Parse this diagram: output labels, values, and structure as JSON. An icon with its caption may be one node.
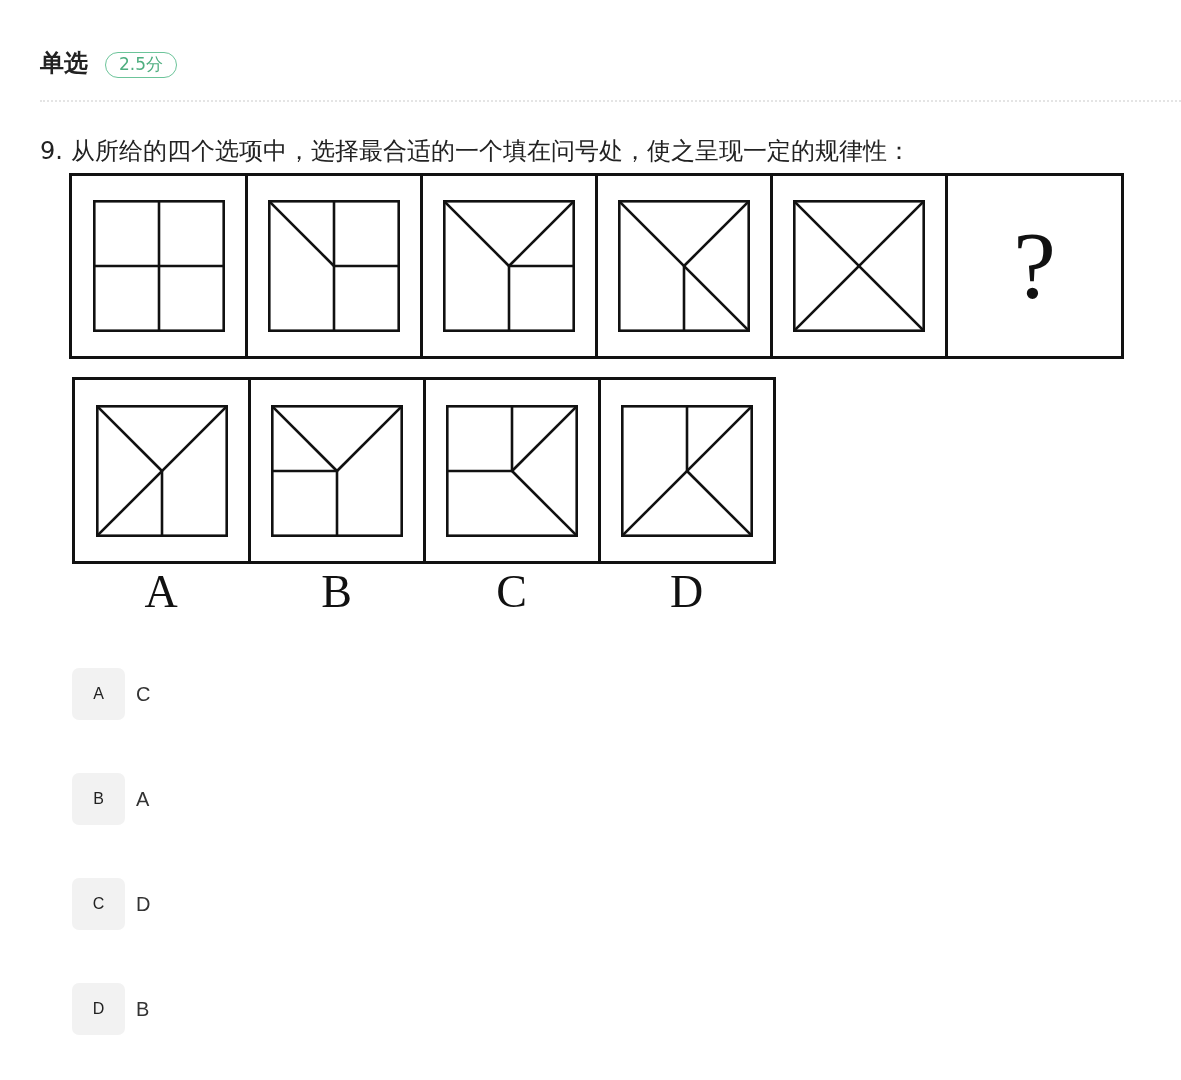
{
  "diagram": {
    "title": "单选",
    "nodes": [
      {
        "text": [
          "2.5分"
        ]
      },
      {
        "text": [],
        "shape": "picture"
      },
      {
        "text": [],
        "shape": "picture"
      },
      {
        "text": [],
        "shape": "picture"
      },
      {
        "text": [],
        "shape": "picture"
      },
      {
        "text": [],
        "shape": "picture"
      },
      {
        "text": [
          "?"
        ]
      },
      {
        "text": [],
        "shape": "picture",
        "beside": [
          "A"
        ]
      },
      {
        "text": [],
        "shape": "picture",
        "beside": [
          "B"
        ]
      },
      {
        "text": [],
        "shape": "picture",
        "beside": [
          "C"
        ]
      },
      {
        "text": [],
        "shape": "picture",
        "beside": [
          "D"
        ]
      },
      {
        "text": [
          "A"
        ],
        "beside": [
          "C"
        ]
      },
      {
        "text": [
          "B"
        ],
        "beside": [
          "A"
        ]
      },
      {
        "text": [
          "C"
        ],
        "beside": [
          "D"
        ]
      },
      {
        "text": [
          "D"
        ],
        "beside": [
          "B"
        ]
      }
    ],
    "labels": [
      "9. 从所给的四个选项中，选择最合适的一个填在问号处，使之呈现一定的规律性："
    ]
  }
}
